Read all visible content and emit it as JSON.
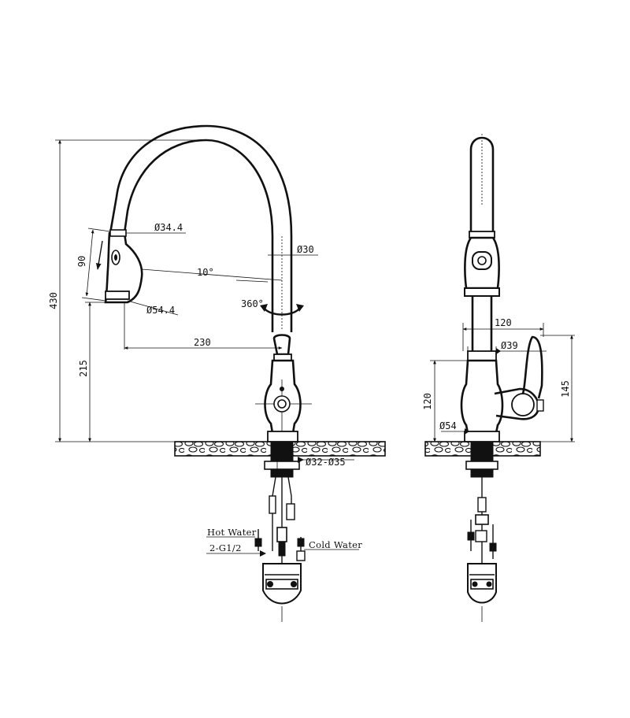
{
  "front_view": {
    "total_height": "430",
    "spray_head_dia": "Ø34.4",
    "spray_length": "90",
    "spout_dia": "Ø30",
    "tilt_angle": "10°",
    "rotation": "360°",
    "mouth_dia": "Ø54.4",
    "reach": "230",
    "spout_height": "215",
    "hole_dia": "Ø32-Ø35",
    "hot_water_label": "Hot Water",
    "cold_water_label": "Cold Water",
    "connection_label": "2-G1/2"
  },
  "side_view": {
    "handle_width": "120",
    "body_dia": "Ø39",
    "body_height": "120",
    "handle_height": "145",
    "base_dia": "Ø54"
  }
}
